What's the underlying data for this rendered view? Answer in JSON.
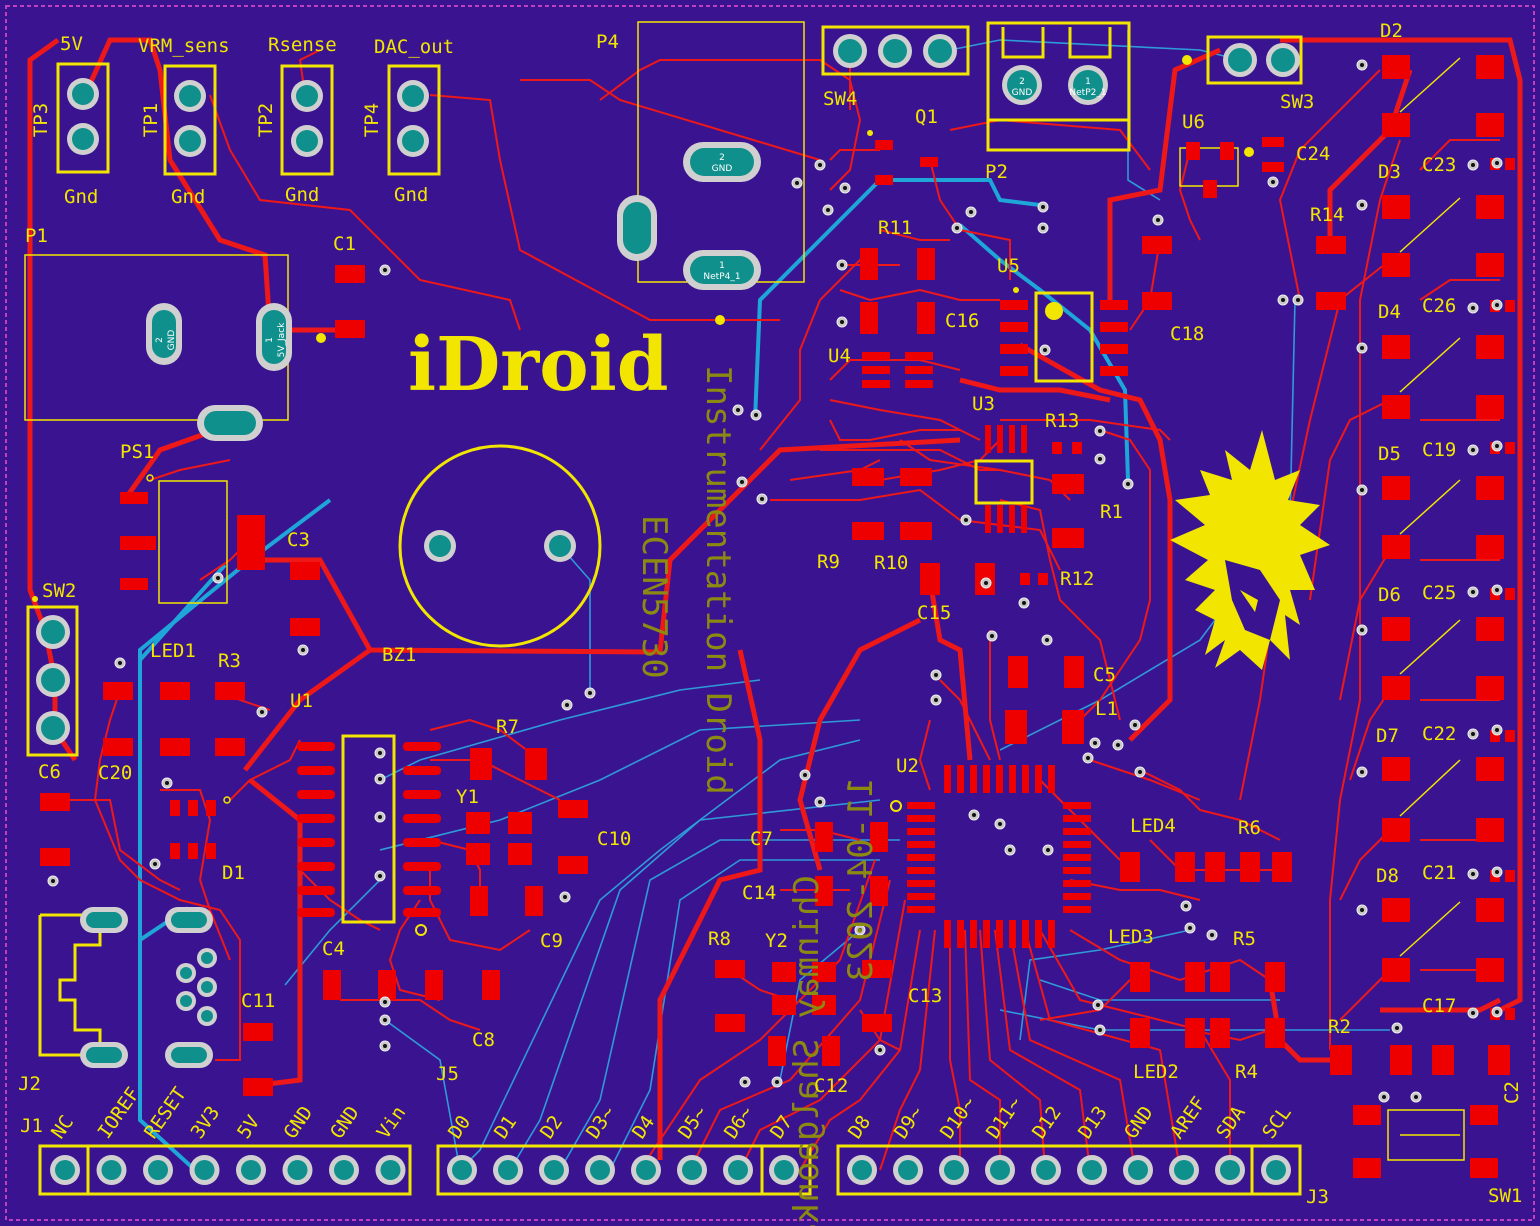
{
  "board": {
    "logo_text": "iDroid",
    "course_text": "ECEN5730",
    "title_text": "Instrumentation Droid",
    "author_text": "Chinmay Shalgaonkar",
    "date_text": "11-04-2023",
    "colors": {
      "board": "#3a1490",
      "copper_top": "#ee0000",
      "copper_bottom": "#2e9ad8",
      "silk": "#f2e600",
      "pad_th": "#10908c",
      "keepout": "#c040c0"
    }
  },
  "test_points": [
    {
      "ref": "TP3",
      "net": "5V",
      "gnd": "Gnd"
    },
    {
      "ref": "TP1",
      "net": "VRM_sens",
      "gnd": "Gnd"
    },
    {
      "ref": "TP2",
      "net": "Rsense",
      "gnd": "Gnd"
    },
    {
      "ref": "TP4",
      "net": "DAC_out",
      "gnd": "Gnd"
    }
  ],
  "refdes": {
    "P1": "P1",
    "P2": "P2",
    "P4": "P4",
    "PS1": "PS1",
    "SW1": "SW1",
    "SW2": "SW2",
    "SW3": "SW3",
    "SW4": "SW4",
    "BZ1": "BZ1",
    "U1": "U1",
    "U2": "U2",
    "U3": "U3",
    "U4": "U4",
    "U5": "U5",
    "U6": "U6",
    "Q1": "Q1",
    "Y1": "Y1",
    "Y2": "Y2",
    "L1": "L1",
    "J1": "J1",
    "J2": "J2",
    "J3": "J3",
    "J5": "J5",
    "C1": "C1",
    "C2": "C2",
    "C3": "C3",
    "C4": "C4",
    "C5": "C5",
    "C6": "C6",
    "C7": "C7",
    "C8": "C8",
    "C9": "C9",
    "C10": "C10",
    "C11": "C11",
    "C12": "C12",
    "C13": "C13",
    "C14": "C14",
    "C15": "C15",
    "C16": "C16",
    "C17": "C17",
    "C18": "C18",
    "C19": "C19",
    "C20": "C20",
    "C21": "C21",
    "C22": "C22",
    "C23": "C23",
    "C24": "C24",
    "C25": "C25",
    "C26": "C26",
    "R1": "R1",
    "R2": "R2",
    "R3": "R3",
    "R4": "R4",
    "R5": "R5",
    "R6": "R6",
    "R7": "R7",
    "R8": "R8",
    "R9": "R9",
    "R10": "R10",
    "R11": "R11",
    "R12": "R12",
    "R13": "R13",
    "R14": "R14",
    "D1": "D1",
    "D2": "D2",
    "D3": "D3",
    "D4": "D4",
    "D5": "D5",
    "D6": "D6",
    "D7": "D7",
    "D8": "D8",
    "LED1": "LED1",
    "LED2": "LED2",
    "LED3": "LED3",
    "LED4": "LED4"
  },
  "pad_labels": {
    "p4_pad2": "2",
    "p4_pad2_net": "GND",
    "p4_pad1": "1",
    "p4_pad1_net": "NetP4_1",
    "p1_pad2": "2",
    "p1_pad2_net": "GND",
    "p1_pad1": "1",
    "p1_pad1_net": "5V_Jack",
    "p2_pad2": "2",
    "p2_pad2_net": "GND",
    "p2_pad1": "1",
    "p2_pad1_net": "NetP2_1"
  },
  "header_labels": {
    "j1": [
      "NC",
      "IOREF",
      "RESET",
      "3V3",
      "5V",
      "GND",
      "GND",
      "Vin"
    ],
    "j5": [
      "D0",
      "D1",
      "D2",
      "D3~",
      "D4",
      "D5~",
      "D6~",
      "D7"
    ],
    "j3": [
      "D8",
      "D9~",
      "D10~",
      "D11~",
      "D12",
      "D13",
      "GND",
      "AREF",
      "SDA",
      "SCL"
    ]
  }
}
